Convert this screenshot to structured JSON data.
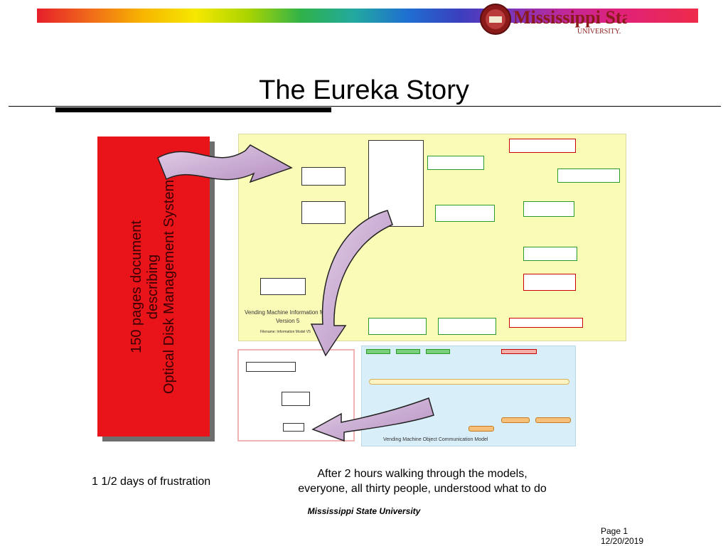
{
  "header": {
    "logo_text": "Mississippi State",
    "logo_subtext": "UNIVERSITY.",
    "title": "The Eureka Story"
  },
  "red_panel": {
    "lines": [
      "150 pages document",
      "describing",
      "Optical Disk Management System"
    ]
  },
  "models": {
    "info_model_title_1": "Vending Machine Information Model",
    "info_model_title_2": "Version 5",
    "info_model_filename": "Filename: Information Model V5",
    "ocm_title": "Vending Machine Object Communication Model"
  },
  "captions": {
    "left": "1 1/2 days of frustration",
    "center_line1": "After 2 hours walking through the models,",
    "center_line2": "everyone, all thirty people, understood what to do"
  },
  "footer": {
    "org": "Mississippi State University",
    "page": "Page 1",
    "date": "12/20/2019"
  },
  "colors": {
    "red_panel": "#e8141a",
    "info_model_bg": "#fbfbb8",
    "ocm_bg": "#d8eef9",
    "arrow_fill": "#c7a9cf"
  }
}
